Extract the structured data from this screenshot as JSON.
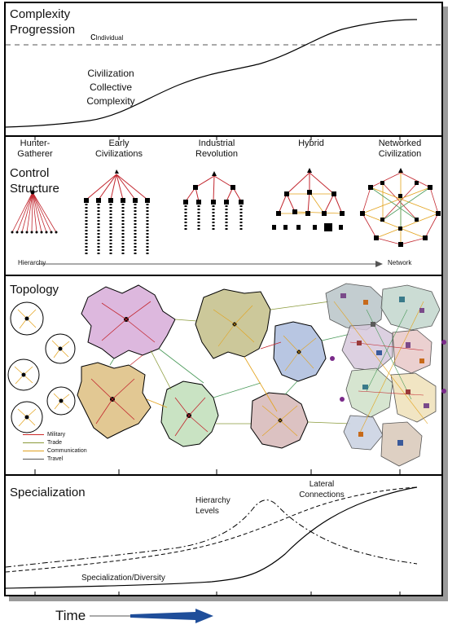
{
  "panel1": {
    "title_line1": "Complexity",
    "title_line2": "Progression",
    "individual_c": "c",
    "individual_sub": "Individual",
    "curve_label_line1": "Civilization",
    "curve_label_line2": "Collective",
    "curve_label_line3": "Complexity"
  },
  "stages": [
    {
      "line1": "Hunter-",
      "line2": "Gatherer"
    },
    {
      "line1": "Early",
      "line2": "Civilizations"
    },
    {
      "line1": "Industrial",
      "line2": "Revolution"
    },
    {
      "line1": "Hybrid",
      "line2": ""
    },
    {
      "line1": "Networked",
      "line2": "Civilization"
    }
  ],
  "panel2": {
    "title_line1": "Control",
    "title_line2": "Structure",
    "axis_left": "Hierarchy",
    "axis_right": "Network"
  },
  "panel3": {
    "title": "Topology",
    "legend": [
      {
        "label": "Military",
        "color": "#cc2a2a"
      },
      {
        "label": "Trade",
        "color": "#8a9a3a"
      },
      {
        "label": "Communication",
        "color": "#e0a020"
      },
      {
        "label": "Travel",
        "color": "#555555"
      }
    ]
  },
  "panel4": {
    "title": "Specialization",
    "label_hierarchy_line1": "Hierarchy",
    "label_hierarchy_line2": "Levels",
    "label_lateral_line1": "Lateral",
    "label_lateral_line2": "Connections",
    "label_specialization": "Specialization/Diversity"
  },
  "footer": {
    "time_label": "Time"
  },
  "colors": {
    "arrow": "#1f4e9a",
    "red": "#c2262e",
    "olive": "#a9a04a",
    "orange": "#e3a21a",
    "green": "#4a9a5a"
  }
}
